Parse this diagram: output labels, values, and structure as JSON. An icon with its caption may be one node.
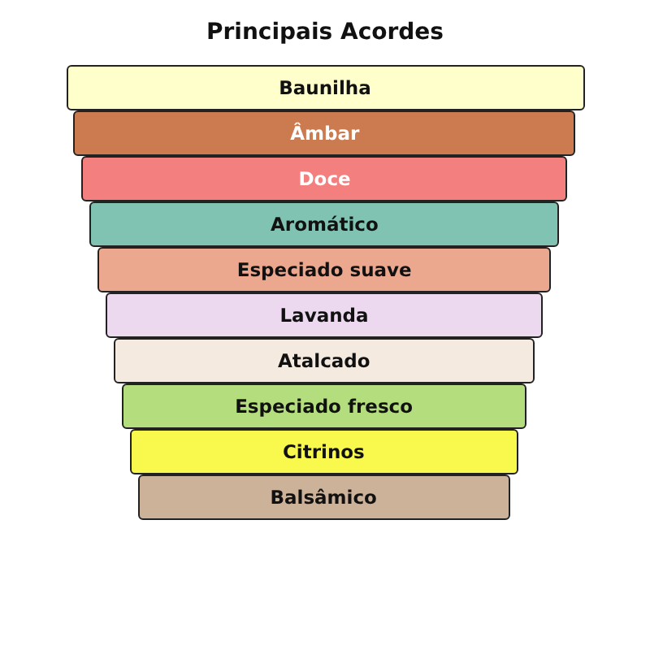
{
  "diagram": {
    "title": "Principais Acordes",
    "nodes": [
      {
        "text": [
          "Baunilha"
        ]
      },
      {
        "text": [
          "Âmbar"
        ]
      },
      {
        "text": [
          "Doce"
        ]
      },
      {
        "text": [
          "Aromático"
        ]
      },
      {
        "text": [
          "Especiado suave"
        ]
      },
      {
        "text": [
          "Lavanda"
        ]
      },
      {
        "text": [
          "Atalcado"
        ]
      },
      {
        "text": [
          "Especiado fresco"
        ]
      },
      {
        "text": [
          "Citrinos"
        ]
      },
      {
        "text": [
          "Balsâmico"
        ]
      }
    ]
  }
}
